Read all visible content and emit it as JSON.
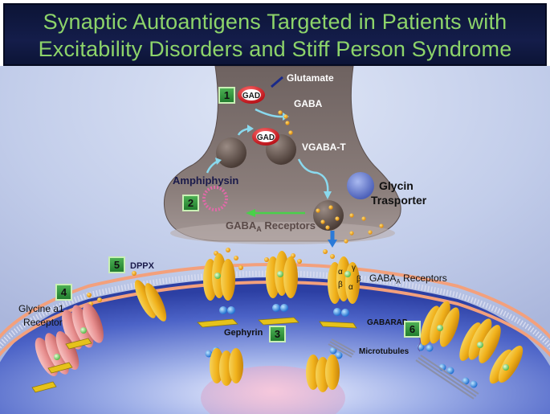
{
  "title": {
    "line1": "Synaptic Autoantigens Targeted in Patients with",
    "line2": "Excitability Disorders and Stiff Person Syndrome"
  },
  "labels": {
    "glutamate": "Glutamate",
    "gaba": "GABA",
    "vgabat": "VGABA-T",
    "amphiphysin": "Amphiphysin",
    "glycin_transporter_1": "Glycin",
    "glycin_transporter_2": "Trasporter",
    "gaba_a_receptors_presynaptic_main": "GABA",
    "gaba_a_receptors_presynaptic_sub": "A",
    "gaba_a_receptors_presynaptic_tail": " Receptors",
    "dppx": "DPPX",
    "glycine_receptor_1": "Glycine a1",
    "glycine_receptor_2": "Receptor",
    "gaba_a_receptors_post_main": "GABA",
    "gaba_a_receptors_post_sub": "A",
    "gaba_a_receptors_post_tail": " Receptors",
    "gephyrin": "Gephyrin",
    "gabarap": "GABARAP",
    "microtubules": "Microtubules",
    "gad1": "GAD",
    "gad2": "GAD",
    "alpha": "α",
    "beta": "β",
    "gamma": "γ"
  },
  "badges": {
    "b1": "1",
    "b2": "2",
    "b3": "3",
    "b4": "4",
    "b5": "5",
    "b6": "6"
  },
  "colors": {
    "title_bg": "#0e1640",
    "title_text": "#8dd46a",
    "badge_fill": "#2f8f3a",
    "badge_border": "#c9f0b5",
    "terminal": "#7b6f6d",
    "gad_red": "#d8232a",
    "receptor_orange": "#f1b21c"
  }
}
